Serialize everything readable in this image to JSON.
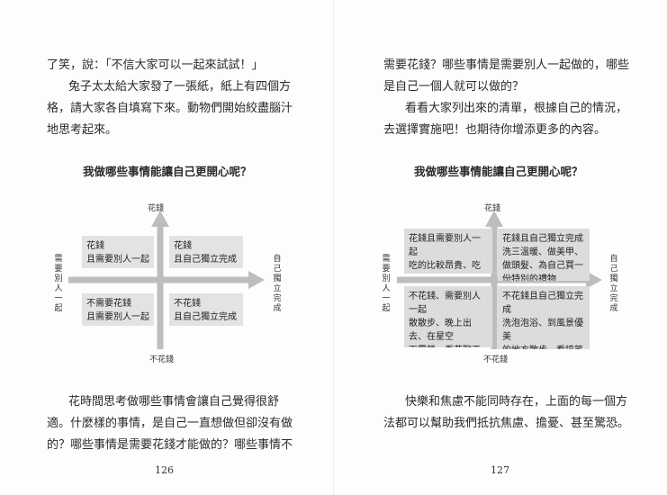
{
  "left": {
    "lines": [
      "了笑，說：「不信大家可以一起來試試！」",
      "兔子太太給大家發了一張紙，紙上有四個方",
      "格，請大家各自填寫下來。動物們開始絞盡腦汁",
      "地思考起來。"
    ],
    "title": "我做哪些事情能讓自己更開心呢？",
    "axis_top": "花錢",
    "axis_bottom": "不花錢",
    "axis_left": "需要別人一起",
    "axis_right": "自己獨立完成",
    "q_tl": "花錢\n且需要別人一起",
    "q_tr": "花錢\n且自己獨立完成",
    "q_bl": "不需要花錢\n且需要別人一起",
    "q_br": "不花錢\n且自己獨立完成",
    "bottom_lines": [
      "花時間思考做哪些事情會讓自己覺得很舒",
      "適。什麼樣的事情，是自己一直想做但卻沒有做",
      "的？哪些事情是需要花錢才能做的？哪些事情不"
    ],
    "page_number": "126"
  },
  "right": {
    "lines": [
      "需要花錢？哪些事情是需要別人一起做的，哪些",
      "是自己一個人就可以做的？",
      "看看大家列出來的清單，根據自己的情況，",
      "去選擇實施吧！也期待你增添更多的內容。"
    ],
    "title": "我做哪些事情能讓自己更開心呢？",
    "axis_top": "花錢",
    "axis_bottom": "不花錢",
    "axis_left": "需要別人一起",
    "axis_right": "自己獨立完成",
    "q_tl": "花錢且需要別人一起\n吃的比較昂貴、吃大餐",
    "q_tr": "花錢且自己獨立完成\n洗三溫暖、做美甲、\n做頭髮、為自己買一\n份特別的禮物",
    "q_bl": "不花錢、需要別人一起\n散散步、晚上出去、在星空\n下露營、看花聊天",
    "q_br": "不花錢且自己獨立完成\n洗泡泡浴、到風景優美\n的地方散步、看搞笑的\n電影、逛閒地散散書店\n或逛逛書店",
    "bottom_lines": [
      "快樂和焦慮不能同時存在，上面的每一個方",
      "法都可以幫助我們抵抗焦慮、擔憂、甚至驚恐。"
    ],
    "page_number": "127"
  }
}
